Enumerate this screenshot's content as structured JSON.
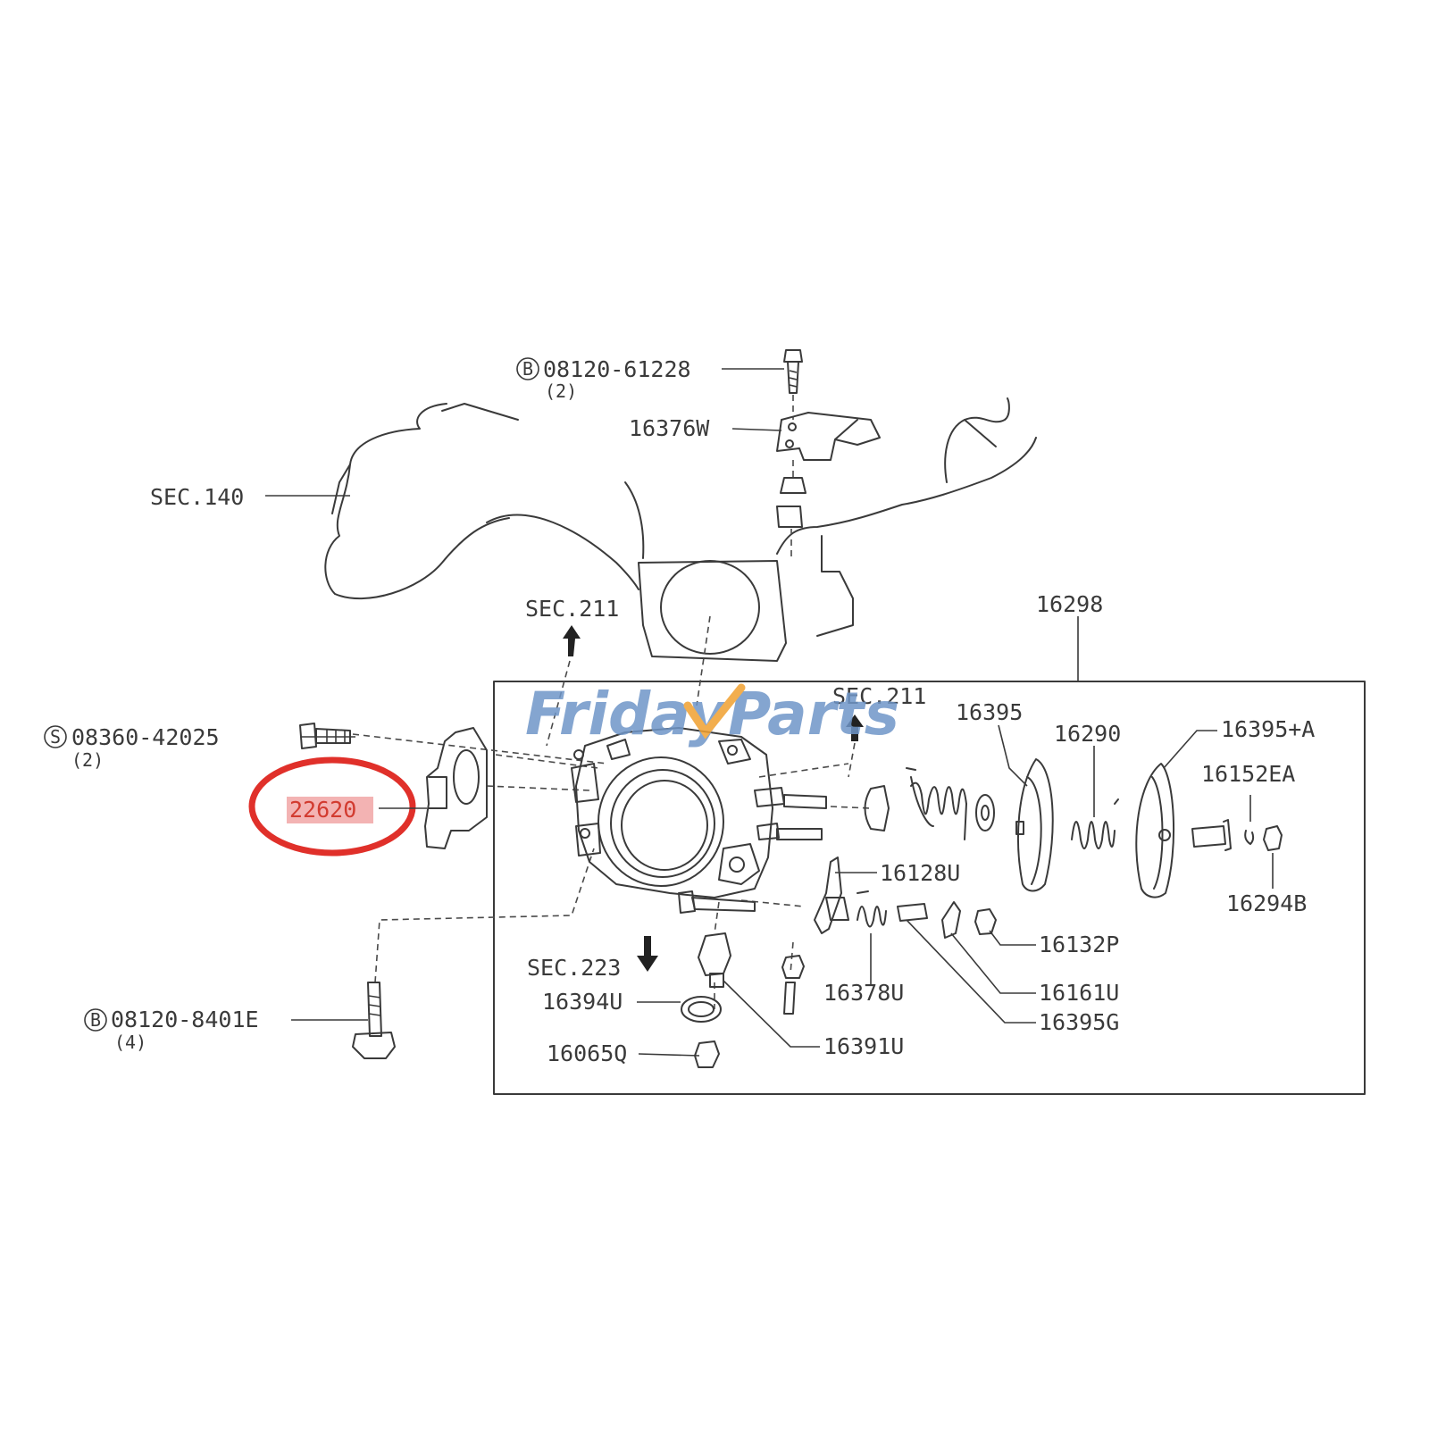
{
  "watermark": {
    "word1": "Friday",
    "word2": "Parts",
    "color_main": "#6f96c8",
    "color_accent": "#f0a030"
  },
  "highlight": {
    "part": "22620",
    "ring_color": "#e0302a",
    "fill_color": "#f3b3b3"
  },
  "labels": {
    "bolt_top": "08120-61228",
    "bolt_top_qty": "(2)",
    "bolt_top_prefix": "B",
    "bracket": "16376W",
    "sec140": "SEC.140",
    "sec211_left": "SEC.211",
    "sec211_right": "SEC.211",
    "assy": "16298",
    "screw_left": "08360-42025",
    "screw_left_qty": "(2)",
    "screw_left_prefix": "S",
    "sensor": "22620",
    "p16395": "16395",
    "p16290": "16290",
    "p16395a": "16395+A",
    "p16152ea": "16152EA",
    "p16294b": "16294B",
    "p16128u": "16128U",
    "p16132p": "16132P",
    "p16161u": "16161U",
    "p16395g": "16395G",
    "p16378u": "16378U",
    "p16391u": "16391U",
    "sec223": "SEC.223",
    "p16394u": "16394U",
    "p16065q": "16065Q",
    "bolt_bottom": "08120-8401E",
    "bolt_bottom_qty": "(4)",
    "bolt_bottom_prefix": "B"
  }
}
